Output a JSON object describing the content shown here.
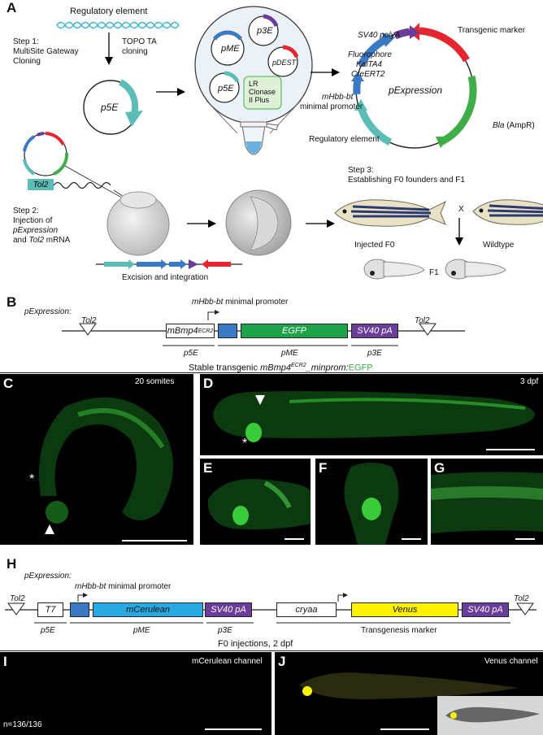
{
  "panelA": {
    "letter": "A",
    "regulatory_element": "Regulatory element",
    "step1": "Step 1:",
    "step1_b": "MultiSite Gateway",
    "step1_c": "Cloning",
    "topo_1": "TOPO TA",
    "topo_2": "cloning",
    "p5E": "p5E",
    "pME": "pME",
    "p3E": "p3E",
    "pDEST": "pDEST",
    "lr_1": "LR",
    "lr_2": "Clonase",
    "lr_3": "II Plus",
    "sv40": "SV40 polyA",
    "transgenic_marker": "Transgenic marker",
    "fluorophore": "Fluorophore",
    "kaltA4": "KalTA4",
    "creERT2": "CreERT2",
    "pExpression": "pExpression",
    "mhbb_1": "mHbb-bt",
    "mhbb_2": "minimal promoter",
    "bla": "Bla",
    "ampr": " (AmpR)",
    "reg_element2": "Regulatory element",
    "tol2": "Tol2",
    "step2": "Step 2:",
    "step2_b": "Injection of",
    "step2_c": "pExpression",
    "step2_d_pre": "and ",
    "step2_d_tol2": "Tol2",
    "step2_d_post": " mRNA",
    "excision": "Excision and integration",
    "step3_1": "Step 3:",
    "step3_2": "Establishing F0 founders and F1",
    "cross": "X",
    "injected_f0": "Injected F0",
    "wildtype": "Wildtype",
    "f1": "F1"
  },
  "panelB": {
    "letter": "B",
    "pExpression": "pExpression:",
    "tol2_left": "Tol2",
    "tol2_right": "Tol2",
    "promoter_label": "mHbb-bt",
    "promoter_rest": " minimal promoter",
    "mbmp4": "mBmp4",
    "mbmp4_sup": "ECR2",
    "egfp": "EGFP",
    "sv40pa": "SV40 pA",
    "p5E": "p5E",
    "pME": "pME",
    "p3E": "p3E"
  },
  "stable": {
    "prefix": "Stable transgenic ",
    "name": "mBmp4",
    "sup": "ECR2",
    "suffix": "_minprom:",
    "egfp": "EGFP"
  },
  "panelC": {
    "letter": "C",
    "stage": "20 somites",
    "asterisk": "*"
  },
  "panelD": {
    "letter": "D",
    "stage": "3 dpf",
    "asterisk": "*"
  },
  "panelE": {
    "letter": "E"
  },
  "panelF": {
    "letter": "F"
  },
  "panelG": {
    "letter": "G"
  },
  "panelH": {
    "letter": "H",
    "pExpression": "pExpression:",
    "tol2_left": "Tol2",
    "tol2_right": "Tol2",
    "promoter_label": "mHbb-bt",
    "promoter_rest": " minimal promoter",
    "t7": "T7",
    "mcerulean": "mCerulean",
    "sv40pa_1": "SV40 pA",
    "cryaa": "cryaa",
    "venus": "Venus",
    "sv40pa_2": "SV40 pA",
    "p5E": "p5E",
    "pME": "pME",
    "p3E": "p3E",
    "marker": "Transgenesis marker"
  },
  "f0": {
    "title": "F0 injections, 2 dpf"
  },
  "panelI": {
    "letter": "I",
    "channel": "mCerulean channel",
    "n": "n=136/136"
  },
  "panelJ": {
    "letter": "J",
    "channel": "Venus channel"
  },
  "colors": {
    "teal": "#5bbdb6",
    "blue": "#3a7ac4",
    "purple": "#6a3d9a",
    "red": "#e32630",
    "green": "#3fae49",
    "egfp_green": "#1fa34a",
    "cerulean": "#29a9e1",
    "venus_yellow": "#fff200"
  }
}
